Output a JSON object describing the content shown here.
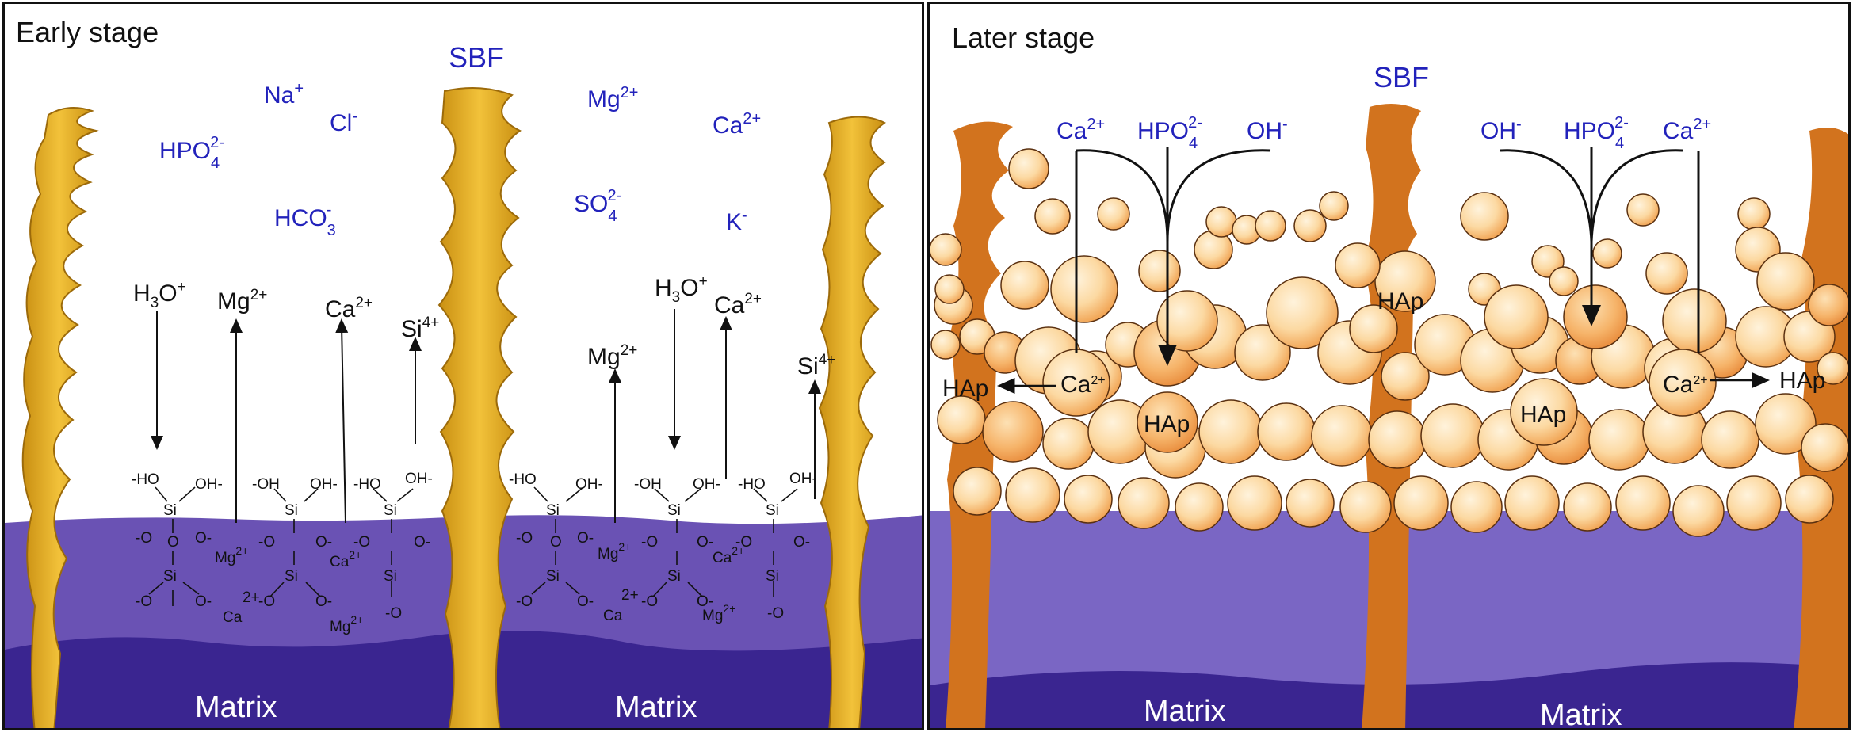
{
  "panels": {
    "early": {
      "title": "Early stage",
      "sbf": "SBF",
      "matrix_left": "Matrix",
      "matrix_right": "Matrix",
      "ions": {
        "na": {
          "base": "Na",
          "sup": "+"
        },
        "cl": {
          "base": "Cl",
          "sup": "-"
        },
        "mg": {
          "base": "Mg",
          "sup": "2+"
        },
        "ca": {
          "base": "Ca",
          "sup": "2+"
        },
        "hpo4": {
          "base": "HPO",
          "sub": "4",
          "sup": "2-"
        },
        "hco3": {
          "base": "HCO",
          "sub": "3",
          "sup": "-"
        },
        "so4": {
          "base": "SO",
          "sub": "4",
          "sup": "2-"
        },
        "k": {
          "base": "K",
          "sup": "-"
        }
      },
      "exchange": {
        "h3o": {
          "pre": "H",
          "sub": "3",
          "post": "O",
          "sup": "+"
        },
        "mg": {
          "base": "Mg",
          "sup": "2+"
        },
        "ca": {
          "base": "Ca",
          "sup": "2+"
        },
        "si": {
          "base": "Si",
          "sup": "4+"
        }
      },
      "network": {
        "si": "Si",
        "o": "O",
        "o_neg": "-O",
        "o_neg2": "O-",
        "ho": "-HO",
        "oh": "OH-",
        "oh_a": "-OH",
        "mg": "Mg",
        "ca": "Ca",
        "charge": "2+"
      }
    },
    "later": {
      "title": "Later stage",
      "sbf": "SBF",
      "matrix_left": "Matrix",
      "matrix_right": "Matrix",
      "ions": {
        "ca": {
          "base": "Ca",
          "sup": "2+"
        },
        "hpo4": {
          "base": "HPO",
          "sub": "4",
          "sup": "2-"
        },
        "oh": {
          "base": "OH",
          "sup": "-"
        }
      },
      "hap": "HAp",
      "ca_center": {
        "base": "Ca",
        "sup": "2+"
      }
    }
  },
  "colors": {
    "matrix_light": "#6a52b4",
    "matrix_dark": "#3a2590",
    "fiber": "#e7b227",
    "fiber_dark": "#d2731e",
    "ion_text": "#2222bb",
    "sphere_light": "#fde8c4",
    "sphere_dark": "#f0a04e"
  }
}
